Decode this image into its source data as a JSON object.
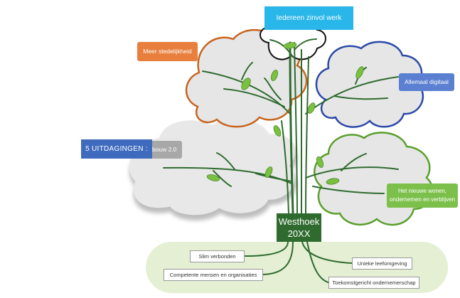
{
  "labels": {
    "top": "Iedereen zinvol werk",
    "orange": "Meer stedelijkheid",
    "blue": "Allemaal digitaal",
    "grey": "Wederopbouw 2.0",
    "green": "Het nieuwe wonen, ondernemen en verblijven",
    "challenges": "5 UITDAGINGEN :",
    "center_line1": "Westhoek",
    "center_line2": "20XX"
  },
  "roots": {
    "slim": "Slim verbonden",
    "competente": "Competente mensen en organisaties",
    "unieke": "Unieke leefomgeving",
    "toekomst": "Toekomstgericht ondernemerschap"
  },
  "colors": {
    "orange": "#e87f3d",
    "blue": "#2b4aa8",
    "grey": "#a8a8a8",
    "green": "#5aa02c",
    "black": "#111111",
    "trunk": "#2f6b2f",
    "cloud_fill": "#e6e6e6",
    "leaf": "#7ac142",
    "challenges_bg": "#3f6bbf"
  }
}
